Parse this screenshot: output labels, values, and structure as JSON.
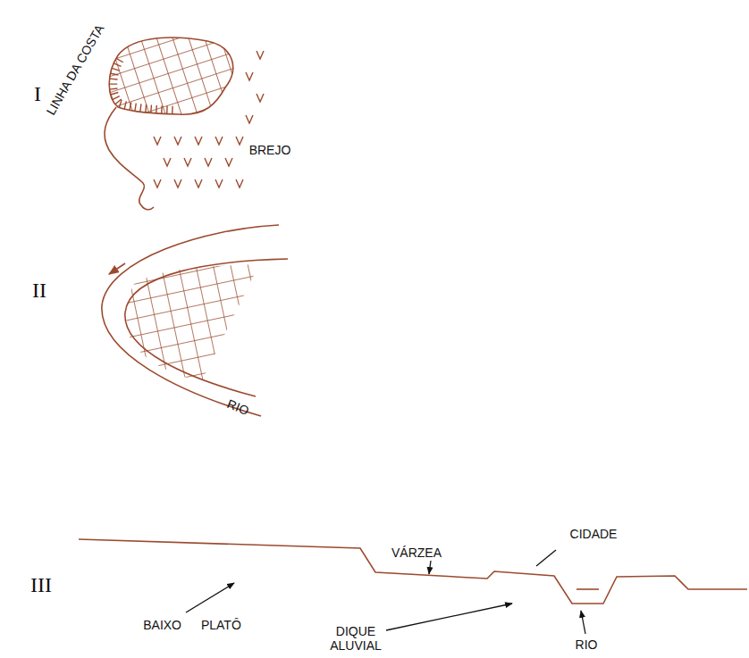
{
  "diagram": {
    "labels": [
      "I",
      "LINHA DA COSTA",
      "BREJO",
      "II",
      "RIO",
      "III",
      "VÁRZEA",
      "CIDADE",
      "BAIXO PLATÔ",
      "DIQUE ALUVIAL",
      "RIO"
    ]
  }
}
